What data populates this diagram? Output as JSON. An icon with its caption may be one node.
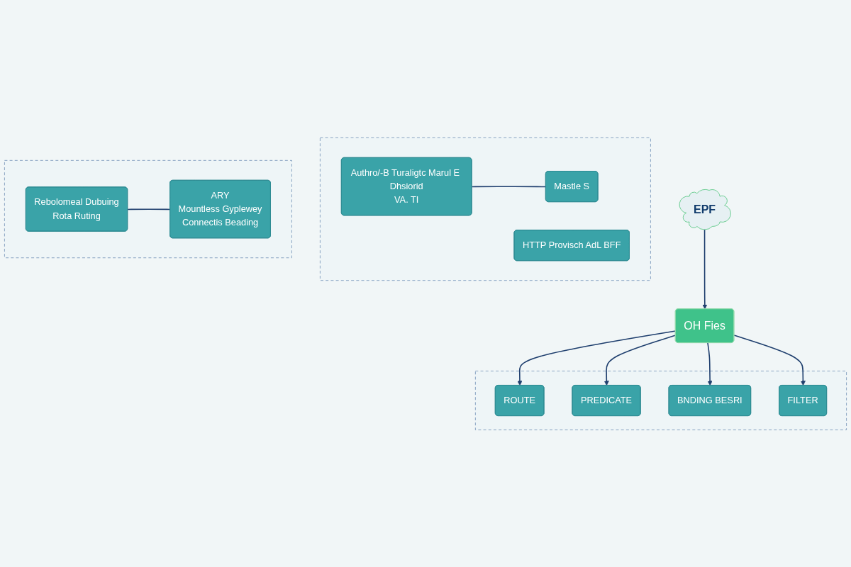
{
  "diagram": {
    "nodes": [
      {
        "text": [
          "EPF"
        ]
      },
      {
        "text": [
          "OH Fies"
        ]
      },
      {
        "text": [],
        "shape": "box"
      },
      {
        "text": [
          "ROUTE"
        ],
        "in": 2
      },
      {
        "text": [
          "PREDICATE"
        ],
        "in": 2
      },
      {
        "text": [
          "BNDING BESRI"
        ],
        "in": 2
      },
      {
        "text": [
          "FILTER"
        ],
        "in": 2
      },
      {
        "text": [],
        "shape": "box"
      },
      {
        "text": [
          "Authro/-B Turaligtc Marul E Dhsiorid",
          "VA. TI"
        ],
        "in": 7
      },
      {
        "text": [
          "Mastle S"
        ],
        "in": 7
      },
      {
        "text": [
          "HTTP Provisch AdL BFF"
        ],
        "in": 7
      },
      {
        "text": [],
        "shape": "box"
      },
      {
        "text": [
          "Rebolomeal Dubuing",
          "Rota Ruting"
        ],
        "in": 11
      },
      {
        "text": [
          "ARY",
          "Mountless Gyplewey",
          "Connectis Beading"
        ],
        "in": 11
      }
    ],
    "edges": [
      {
        "from": 0,
        "to": 1,
        "arrow": "to"
      },
      {
        "from": 1,
        "to": 3,
        "arrow": "to"
      },
      {
        "from": 1,
        "to": 4,
        "arrow": "to"
      },
      {
        "from": 1,
        "to": 5,
        "arrow": "to"
      },
      {
        "from": 1,
        "to": 6,
        "arrow": "to"
      },
      {
        "from": 8,
        "to": 9,
        "arrow": "none"
      },
      {
        "from": 12,
        "to": 13,
        "arrow": "none"
      }
    ]
  }
}
